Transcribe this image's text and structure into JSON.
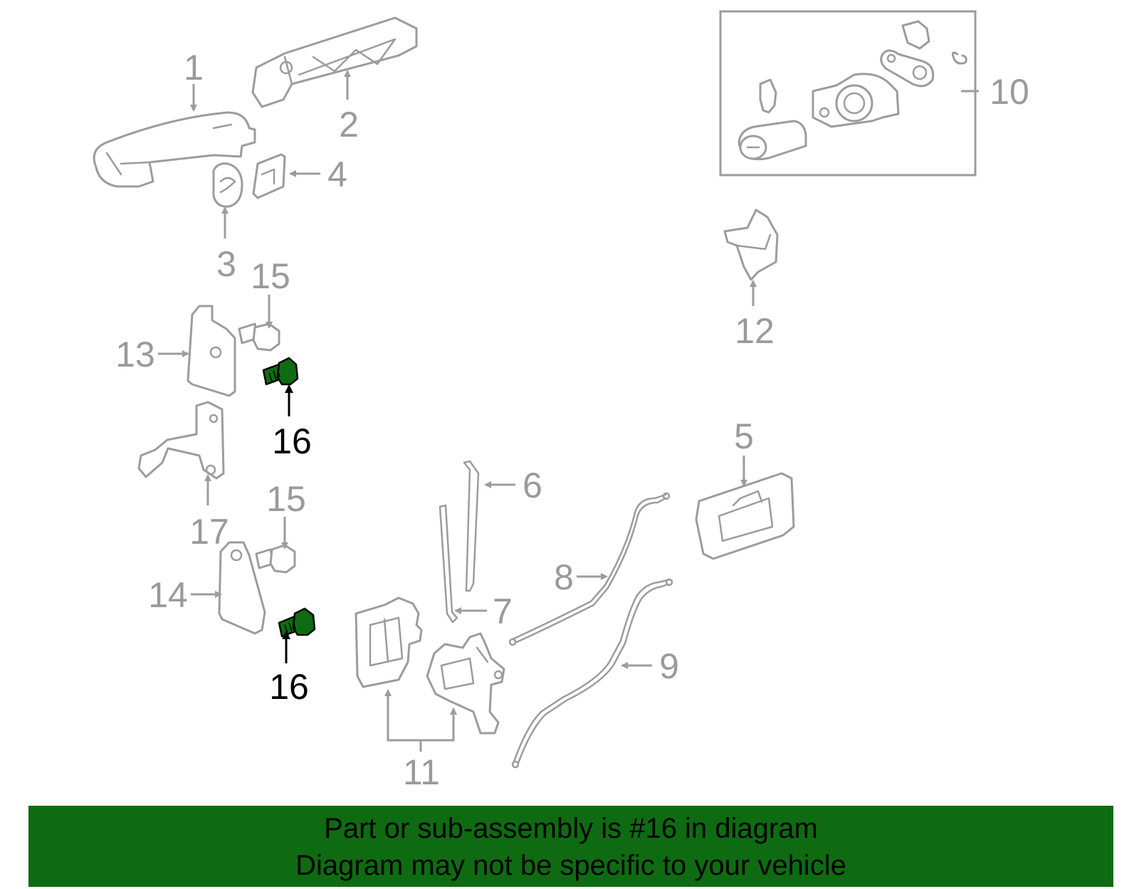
{
  "callouts": {
    "c1": "1",
    "c2": "2",
    "c3": "3",
    "c4": "4",
    "c5": "5",
    "c6": "6",
    "c7": "7",
    "c8": "8",
    "c9": "9",
    "c10": "10",
    "c11": "11",
    "c12": "12",
    "c13": "13",
    "c14": "14",
    "c15a": "15",
    "c15b": "15",
    "c16a": "16",
    "c16b": "16",
    "c17": "17"
  },
  "highlight": {
    "part_number": "16",
    "color": "#0f6b12"
  },
  "colors": {
    "outline": "#9c9c9c",
    "highlight": "#0f6b12",
    "banner": "#0f6b12"
  },
  "banner": {
    "line1": "Part or sub-assembly is #16 in diagram",
    "line2": "Diagram may not be specific to your vehicle"
  }
}
